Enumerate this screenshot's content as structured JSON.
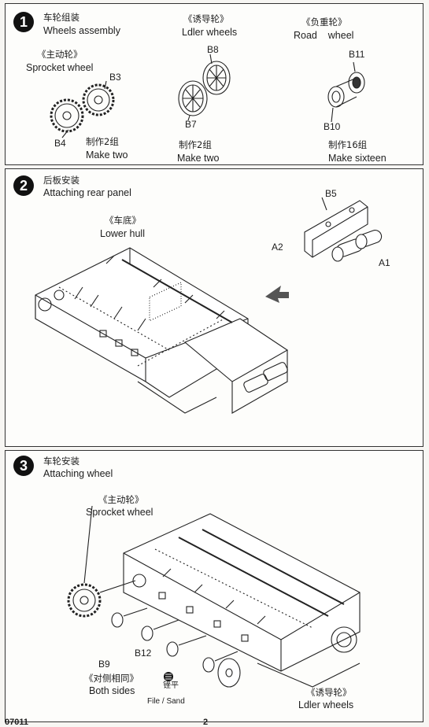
{
  "steps": [
    {
      "number": "1",
      "title_cn": "车轮组装",
      "title_en": "Wheels assembly",
      "groups": [
        {
          "name_cn": "《主动轮》",
          "name_en": "Sprocket wheel",
          "parts": [
            "B3",
            "B4"
          ],
          "qty_cn": "制作2组",
          "qty_en": "Make two"
        },
        {
          "name_cn": "《诱导轮》",
          "name_en": "Ldler wheels",
          "parts": [
            "B8",
            "B7"
          ],
          "qty_cn": "制作2组",
          "qty_en": "Make two"
        },
        {
          "name_cn": "《负重轮》",
          "name_en": "Road    wheel",
          "parts": [
            "B11",
            "B10"
          ],
          "qty_cn": "制作16组",
          "qty_en": "Make sixteen"
        }
      ]
    },
    {
      "number": "2",
      "title_cn": "后板安装",
      "title_en": "Attaching rear panel",
      "hull_cn": "《车底》",
      "hull_en": "Lower hull",
      "parts": [
        "B5",
        "A2",
        "A1"
      ]
    },
    {
      "number": "3",
      "title_cn": "车轮安装",
      "title_en": "Attaching wheel",
      "sprocket_cn": "《主动轮》",
      "sprocket_en": "Sprocket wheel",
      "parts": [
        "B9",
        "B12"
      ],
      "sides_cn": "《对侧相同》",
      "sides_en": "Both sides",
      "file_cn": "锉平",
      "file_en": "File / Sand",
      "idler_cn": "《诱导轮》",
      "idler_en": "Ldler wheels"
    }
  ],
  "footer": {
    "code": "07011",
    "page": "2"
  }
}
